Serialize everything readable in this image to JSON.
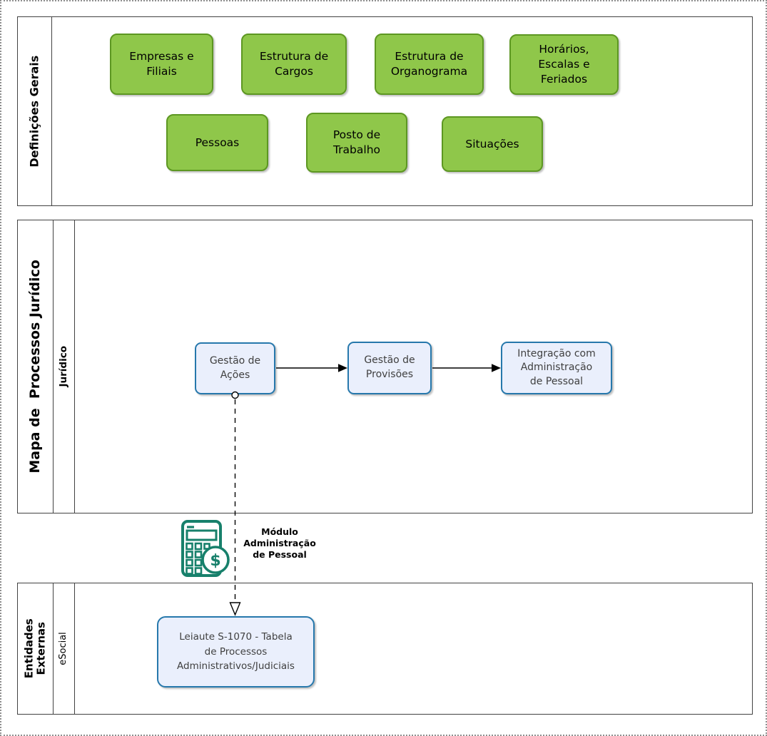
{
  "colors": {
    "green_fill": "#8FC74A",
    "green_border": "#5D9722",
    "blue_fill": "#EAEFFC",
    "blue_border": "#2678AC",
    "node_text": "#404040",
    "lane_border": "#424242",
    "icon_teal": "#17806B",
    "connector": "#000000"
  },
  "pool1": {
    "label": "Definições Gerais",
    "nodes": [
      "Empresas e\nFiliais",
      "Estrutura de\nCargos",
      "Estrutura de\nOrganograma",
      "Horários,\nEscalas e\nFeriados",
      "Pessoas",
      "Posto de\nTrabalho",
      "Situações"
    ]
  },
  "pool2": {
    "label": "Mapa de  Processos Jurídico",
    "sublane": "Jurídico",
    "nodes": [
      "Gestão de\nAções",
      "Gestão de\nProvisões",
      "Integração com\nAdministração\nde Pessoal"
    ]
  },
  "pool3": {
    "label": "Entidades\nExternas",
    "sublane": "eSocial",
    "nodes": [
      "Leiaute S-1070 - Tabela\nde Processos\nAdministrativos/Judiciais"
    ]
  },
  "annotation": {
    "icon": "calculator-dollar-icon",
    "label": "Módulo\nAdministração\nde Pessoal"
  }
}
